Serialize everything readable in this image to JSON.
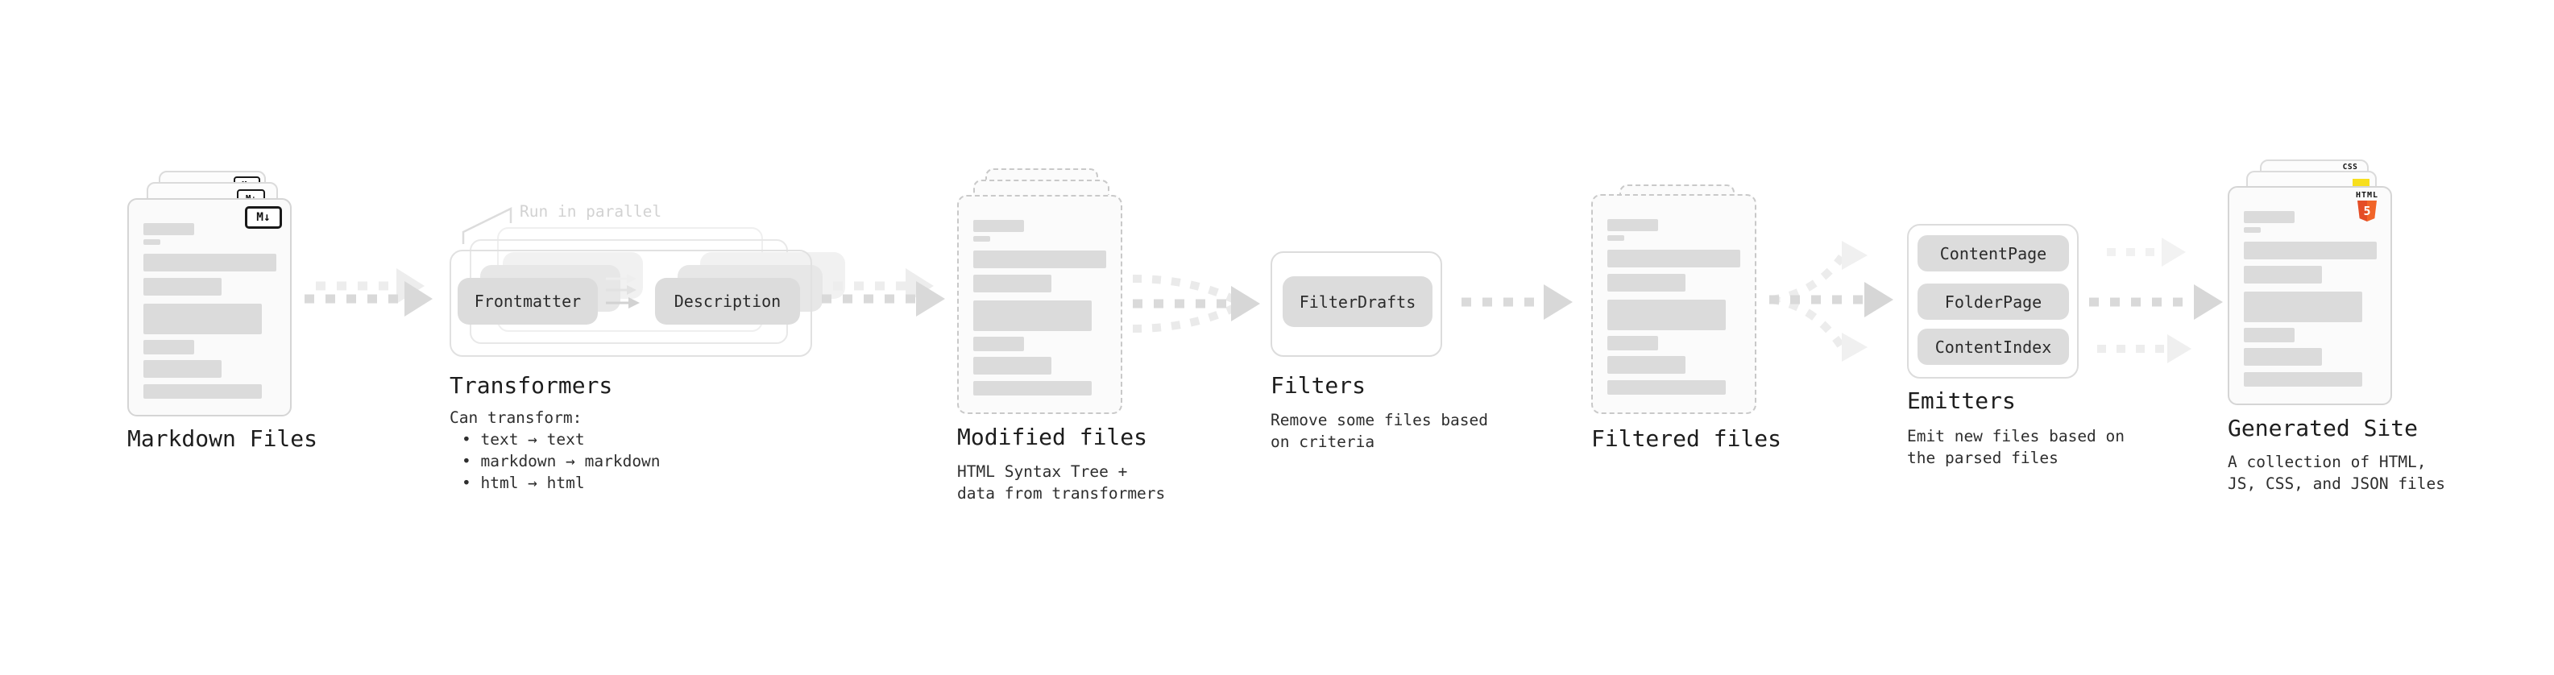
{
  "diagram": {
    "markdown": {
      "label": "Markdown Files",
      "badge": "M↓"
    },
    "transformers": {
      "note": "Run in parallel",
      "pill_left": "Frontmatter",
      "pill_right": "Description",
      "label": "Transformers",
      "desc_title": "Can transform:",
      "bullets": [
        "• text → text",
        "• markdown → markdown",
        "• html → html"
      ]
    },
    "modified": {
      "label": "Modified files",
      "desc": [
        "HTML Syntax Tree +",
        "data from transformers"
      ]
    },
    "filters": {
      "label": "Filters",
      "pill": "FilterDrafts",
      "desc": [
        "Remove some files based",
        "on criteria"
      ]
    },
    "filtered": {
      "label": "Filtered files"
    },
    "emitters": {
      "label": "Emitters",
      "pills": [
        "ContentPage",
        "FolderPage",
        "ContentIndex"
      ],
      "desc": [
        "Emit new files based on",
        "the parsed files"
      ]
    },
    "generated": {
      "label": "Generated Site",
      "desc": [
        "A collection of HTML,",
        "JS, CSS, and JSON files"
      ],
      "html5_badge_text": "HTML",
      "html5_badge_number": "5",
      "css_badge_text": "CSS"
    }
  },
  "colors": {
    "html5_orange": "#e44d26",
    "html5_orange_light": "#f16529",
    "js_yellow": "#f7df1e",
    "css_blue": "#2f68f4",
    "arrow_dark": "#d9d9d9",
    "arrow_light": "#ededed",
    "pill_gray": "#dcdcdc",
    "bar_gray": "#dbdbdb"
  }
}
